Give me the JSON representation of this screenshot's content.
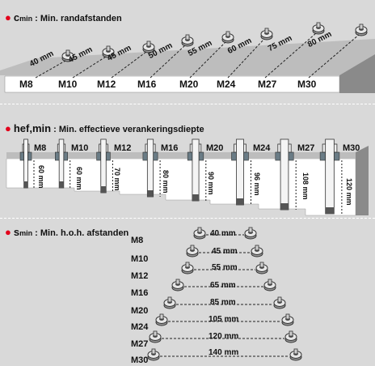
{
  "section1": {
    "title_symbol": "c",
    "title_sub": "min",
    "title_text": ": Min. randafstanden",
    "items": [
      {
        "size": "M8",
        "distance": "40 mm"
      },
      {
        "size": "M10",
        "distance": "45 mm"
      },
      {
        "size": "M12",
        "distance": "45 mm"
      },
      {
        "size": "M16",
        "distance": "50 mm"
      },
      {
        "size": "M20",
        "distance": "55 mm"
      },
      {
        "size": "M24",
        "distance": "60 mm"
      },
      {
        "size": "M27",
        "distance": "75 mm"
      },
      {
        "size": "M30",
        "distance": "80 mm"
      }
    ]
  },
  "section2": {
    "title_symbol": "hef,min",
    "title_text": ": Min. effectieve verankeringsdiepte",
    "items": [
      {
        "size": "M8",
        "depth": "60 mm"
      },
      {
        "size": "M10",
        "depth": "60 mm"
      },
      {
        "size": "M12",
        "depth": "70 mm"
      },
      {
        "size": "M16",
        "depth": "80 mm"
      },
      {
        "size": "M20",
        "depth": "90 mm"
      },
      {
        "size": "M24",
        "depth": "96 mm"
      },
      {
        "size": "M27",
        "depth": "108 mm"
      },
      {
        "size": "M30",
        "depth": "120 mm"
      }
    ]
  },
  "section3": {
    "title_symbol": "s",
    "title_sub": "min",
    "title_text": ": Min. h.o.h. afstanden",
    "items": [
      {
        "size": "M8",
        "spacing": "40 mm"
      },
      {
        "size": "M10",
        "spacing": "45 mm"
      },
      {
        "size": "M12",
        "spacing": "55 mm"
      },
      {
        "size": "M16",
        "spacing": "65 mm"
      },
      {
        "size": "M20",
        "spacing": "85 mm"
      },
      {
        "size": "M24",
        "spacing": "105 mm"
      },
      {
        "size": "M27",
        "spacing": "120 mm"
      },
      {
        "size": "M30",
        "spacing": "140 mm"
      }
    ]
  },
  "colors": {
    "bullet": "#e3001b",
    "panel": "#d9d9d9",
    "slab_top": "#bdbdbd",
    "slab_side": "#8a8a8a",
    "steel": "#6a7c86"
  }
}
